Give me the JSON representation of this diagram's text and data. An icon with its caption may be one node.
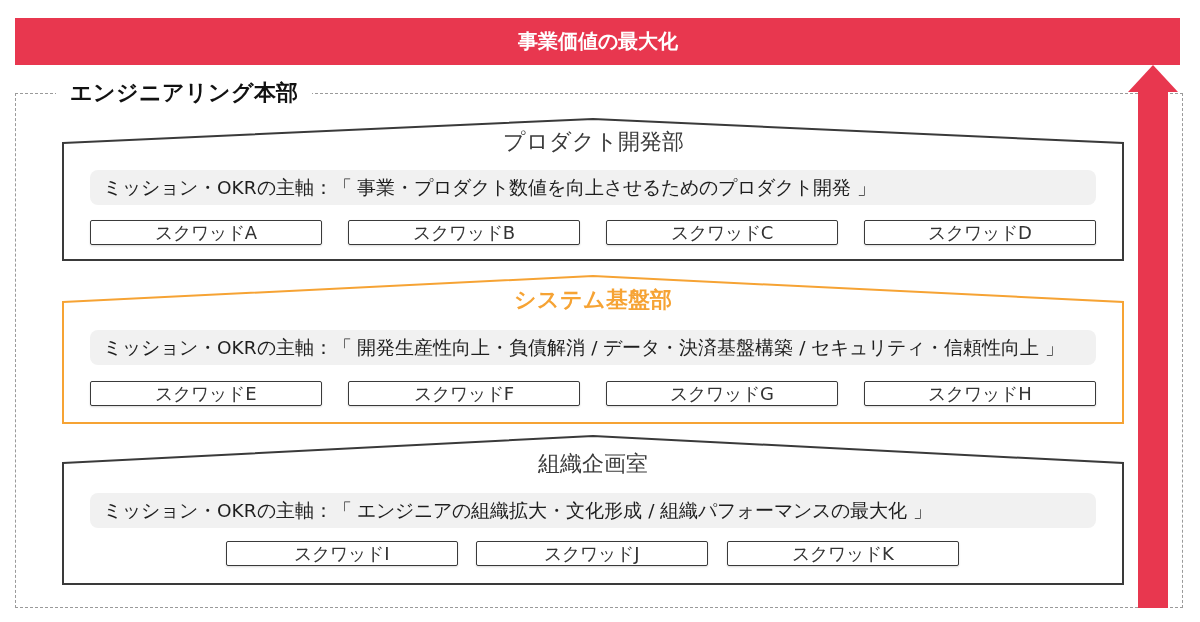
{
  "diagram": {
    "nodes": [
      {
        "text": [
          "事業価値の最大化"
        ]
      },
      {
        "text": [
          "エンジニアリング本部"
        ]
      },
      {
        "text": [
          "プロダクト開発部"
        ],
        "in": 1
      },
      {
        "text": [
          "ミッション・OKRの主軸：「 事業・プロダクト数値を向上させるためのプロダクト開発 」"
        ],
        "in": 2
      },
      {
        "text": [
          "スクワッドA"
        ],
        "in": 2
      },
      {
        "text": [
          "スクワッドB"
        ],
        "in": 2
      },
      {
        "text": [
          "スクワッドC"
        ],
        "in": 2
      },
      {
        "text": [
          "スクワッドD"
        ],
        "in": 2
      },
      {
        "text": [
          "システム基盤部"
        ],
        "in": 1
      },
      {
        "text": [
          "ミッション・OKRの主軸：「 開発生産性向上・負債解消 / データ・決済基盤構築 / セキュリティ・信頼性向上 」"
        ],
        "in": 8
      },
      {
        "text": [
          "スクワッドE"
        ],
        "in": 8
      },
      {
        "text": [
          "スクワッドF"
        ],
        "in": 8
      },
      {
        "text": [
          "スクワッドG"
        ],
        "in": 8
      },
      {
        "text": [
          "スクワッドH"
        ],
        "in": 8
      },
      {
        "text": [
          "組織企画室"
        ],
        "in": 1
      },
      {
        "text": [
          "ミッション・OKRの主軸：「 エンジニアの組織拡大・文化形成 / 組織パフォーマンスの最大化 」"
        ],
        "in": 14
      },
      {
        "text": [
          "スクワッドI"
        ],
        "in": 14
      },
      {
        "text": [
          "スクワッドJ"
        ],
        "in": 14
      },
      {
        "text": [
          "スクワッドK"
        ],
        "in": 14
      }
    ],
    "edges": [
      {
        "from": 1,
        "to": 0,
        "arrow": "to"
      }
    ]
  }
}
